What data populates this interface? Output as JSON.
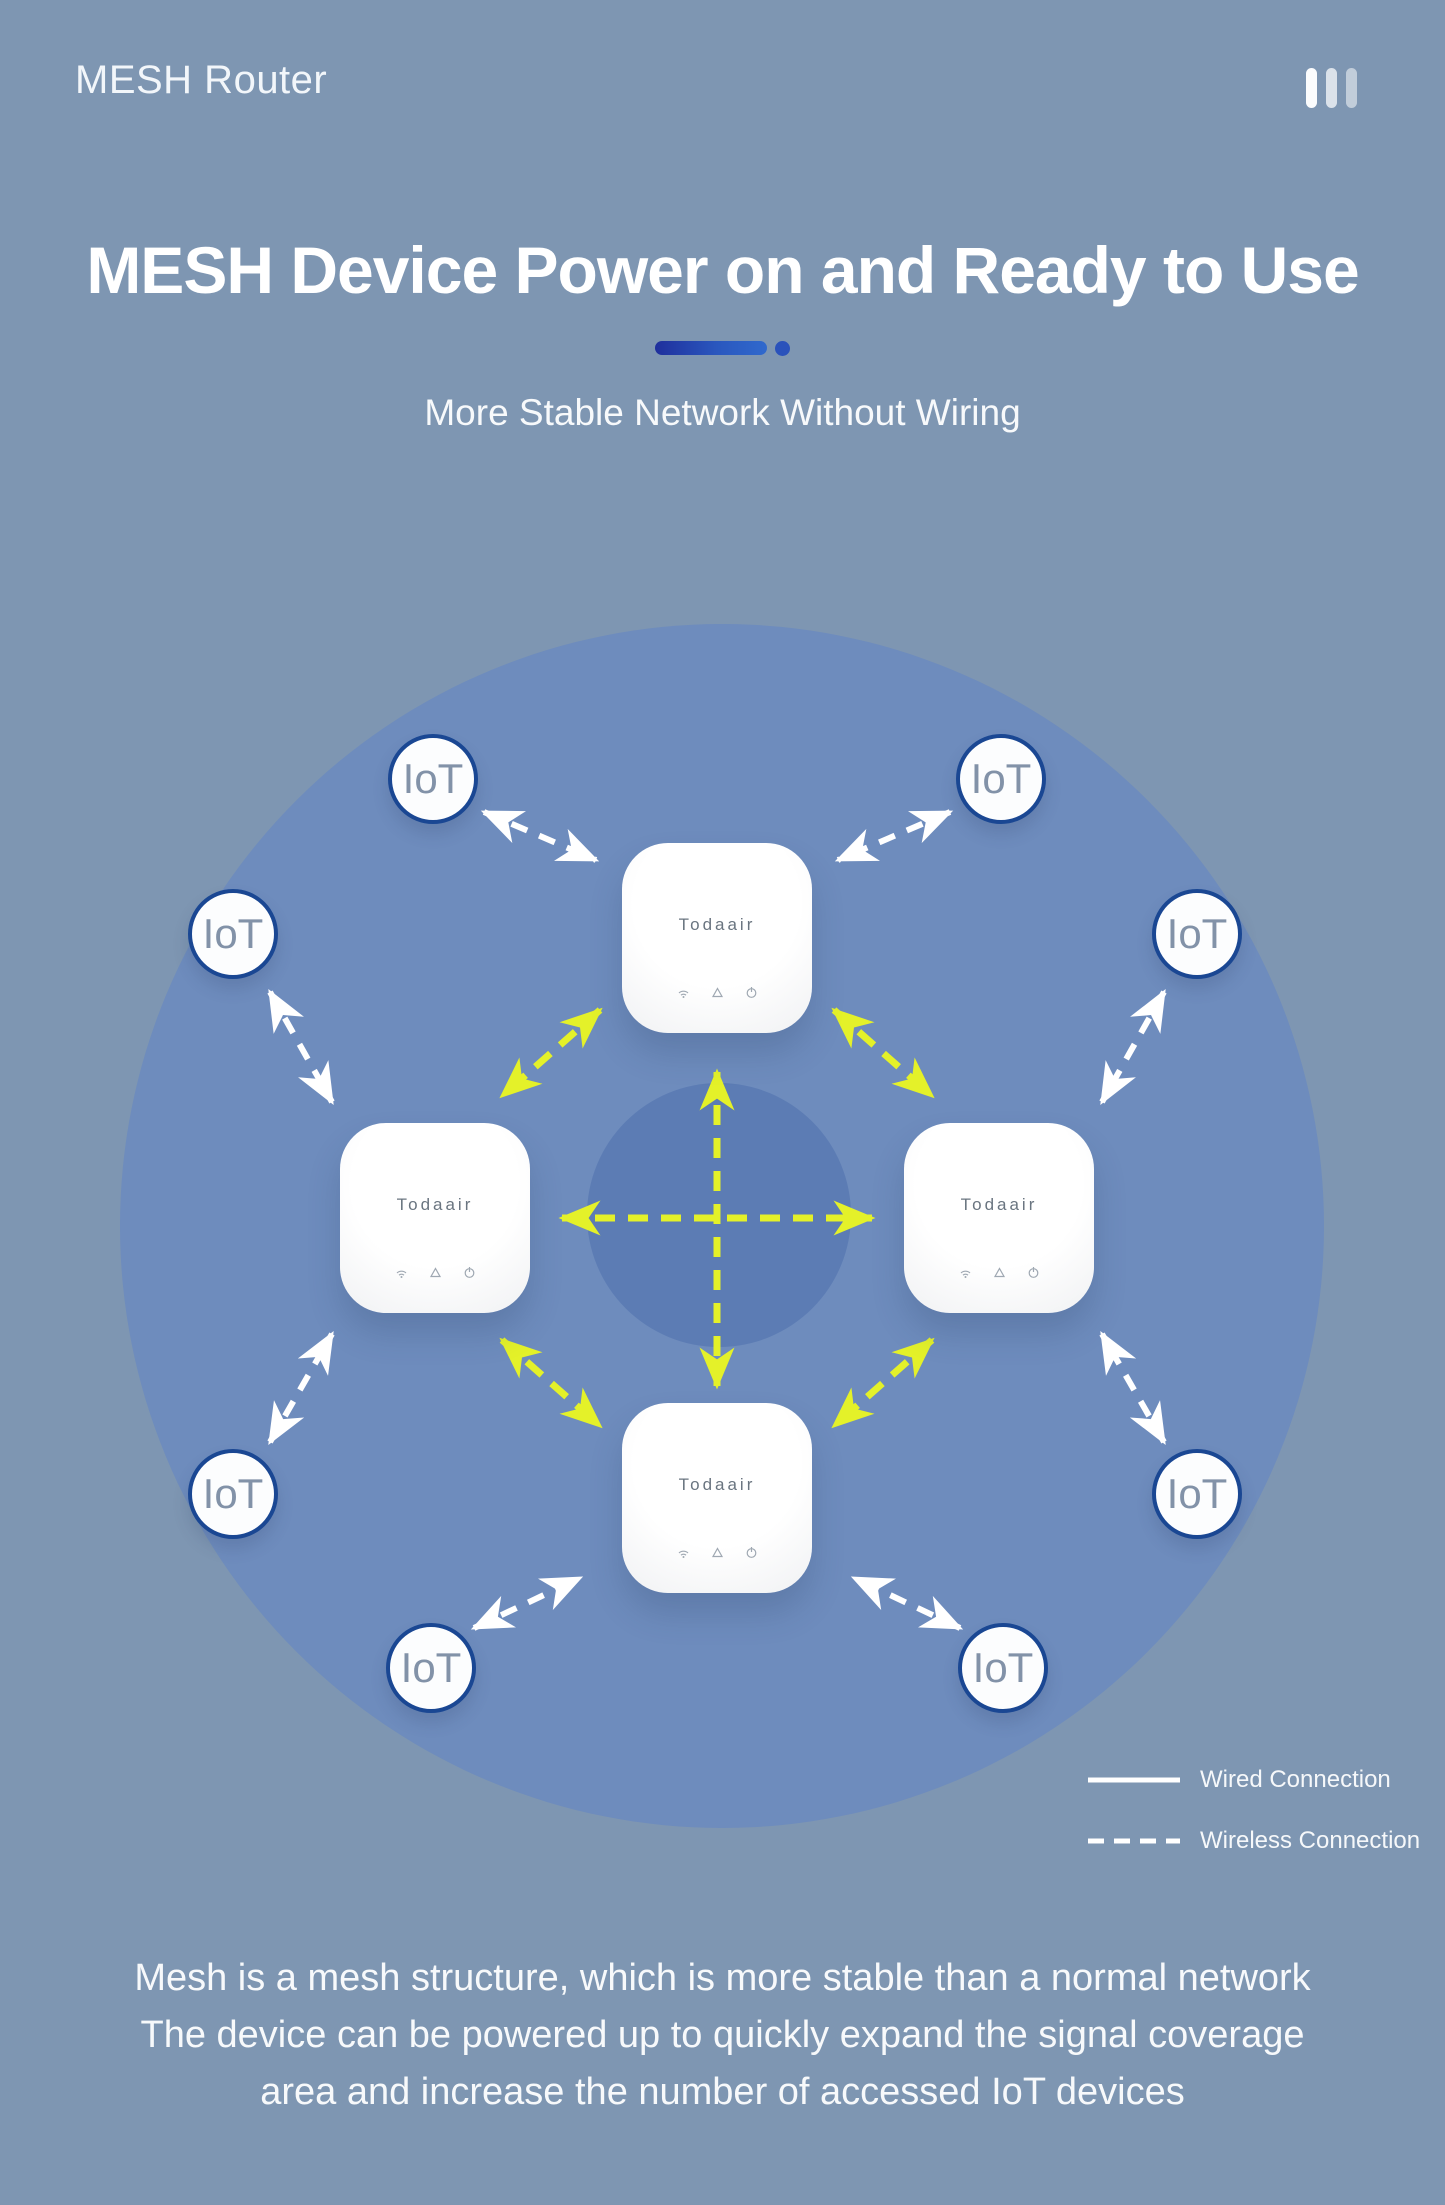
{
  "header": {
    "brand": "MESH Router",
    "menu_icon": "three-bars-icon"
  },
  "hero": {
    "title": "MESH Device Power on and Ready to Use",
    "subtitle": "More Stable Network Without Wiring"
  },
  "diagram": {
    "router_label": "Todaair",
    "iot_label": "IoT",
    "router_indicator_icons": [
      "wifi-icon",
      "mesh-icon",
      "power-icon"
    ],
    "colors": {
      "background": "#7E96B2",
      "coverage_circle": "#6E8CBD",
      "core_circle": "#5C7CB4",
      "mesh_link": "#E4F129",
      "wireless_link": "#FFFFFF",
      "iot_border": "#1A4793",
      "iot_text": "#8292A8",
      "divider_dark": "#1F2F9C",
      "divider_light": "#3069CD"
    }
  },
  "legend": {
    "items": [
      {
        "style": "solid",
        "label": "Wired Connection"
      },
      {
        "style": "dashed",
        "label": "Wireless Connection"
      }
    ]
  },
  "description": {
    "line1": "Mesh is a mesh structure, which is more stable than a normal network",
    "line2": "The device can be powered up to quickly expand the signal coverage",
    "line3": "area and increase the number of accessed IoT devices"
  }
}
